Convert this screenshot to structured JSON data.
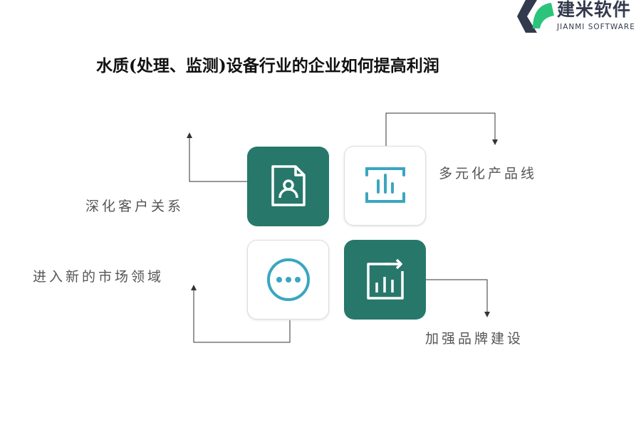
{
  "logo": {
    "cn": "建米软件",
    "en": "JIANMI SOFTWARE"
  },
  "title": "水质(处理、监测)设备行业的企业如何提高利润",
  "items": [
    {
      "label": "深化客户关系",
      "icon": "user-document-icon"
    },
    {
      "label": "多元化产品线",
      "icon": "bar-chart-scan-icon"
    },
    {
      "label": "进入新的市场领域",
      "icon": "more-dots-icon"
    },
    {
      "label": "加强品牌建设",
      "icon": "chart-growth-icon"
    }
  ],
  "colors": {
    "green": "#27786b",
    "blue": "#3aa6c0"
  }
}
